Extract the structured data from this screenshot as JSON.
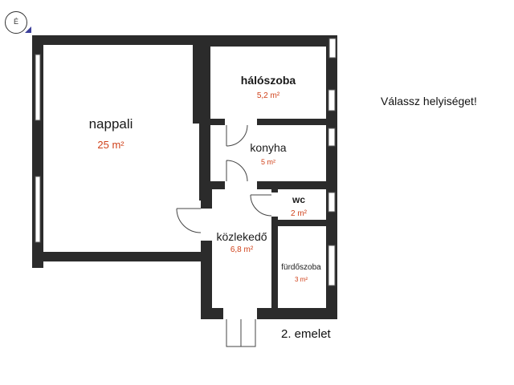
{
  "compass": {
    "label": "É"
  },
  "prompt": "Válassz helyiséget!",
  "floor": "2. emelet",
  "rooms": [
    {
      "name": "nappali",
      "area": "25 m²"
    },
    {
      "name": "hálószoba",
      "area": "5,2 m²"
    },
    {
      "name": "konyha",
      "area": "5 m²"
    },
    {
      "name": "wc",
      "area": "2 m²"
    },
    {
      "name": "közlekedő",
      "area": "6,8 m²"
    },
    {
      "name": "fürdőszoba",
      "area": "3 m²"
    }
  ],
  "colors": {
    "wall": "#2b2b2b",
    "area_text": "#d0421b",
    "accent": "#3b3f9a"
  }
}
